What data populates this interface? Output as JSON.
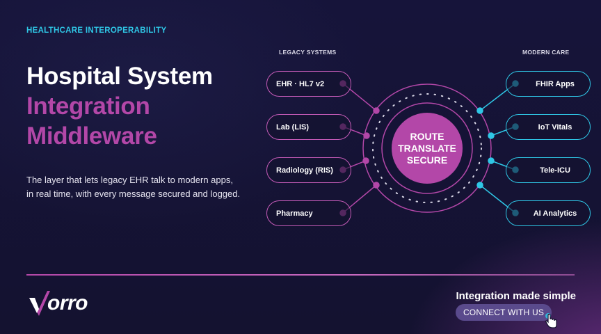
{
  "eyebrow": "HEALTHCARE INTEROPERABILITY",
  "title": {
    "line1": "Hospital System",
    "line2": "Integration",
    "line3": "Middleware"
  },
  "description": "The layer that lets legacy EHR talk to modern apps, in real time, with every message secured and logged.",
  "legacy": {
    "label": "LEGACY SYSTEMS",
    "items": [
      "EHR · HL7 v2",
      "Lab (LIS)",
      "Radiology (RIS)",
      "Pharmacy"
    ]
  },
  "modern": {
    "label": "MODERN CARE",
    "items": [
      "FHIR Apps",
      "IoT Vitals",
      "Tele-ICU",
      "AI Analytics"
    ]
  },
  "hub": {
    "line1": "ROUTE",
    "line2": "TRANSLATE",
    "line3": "SECURE"
  },
  "footer": {
    "logo": "orro",
    "cta_text": "Integration made simple",
    "cta_button": "CONNECT WITH US"
  },
  "colors": {
    "accent_magenta": "#b347a8",
    "accent_cyan": "#2fc7e6",
    "background": "#14122f"
  },
  "icons": {
    "cursor": "hand-pointer-icon",
    "logo_mark": "vorro-v-logo-icon"
  }
}
